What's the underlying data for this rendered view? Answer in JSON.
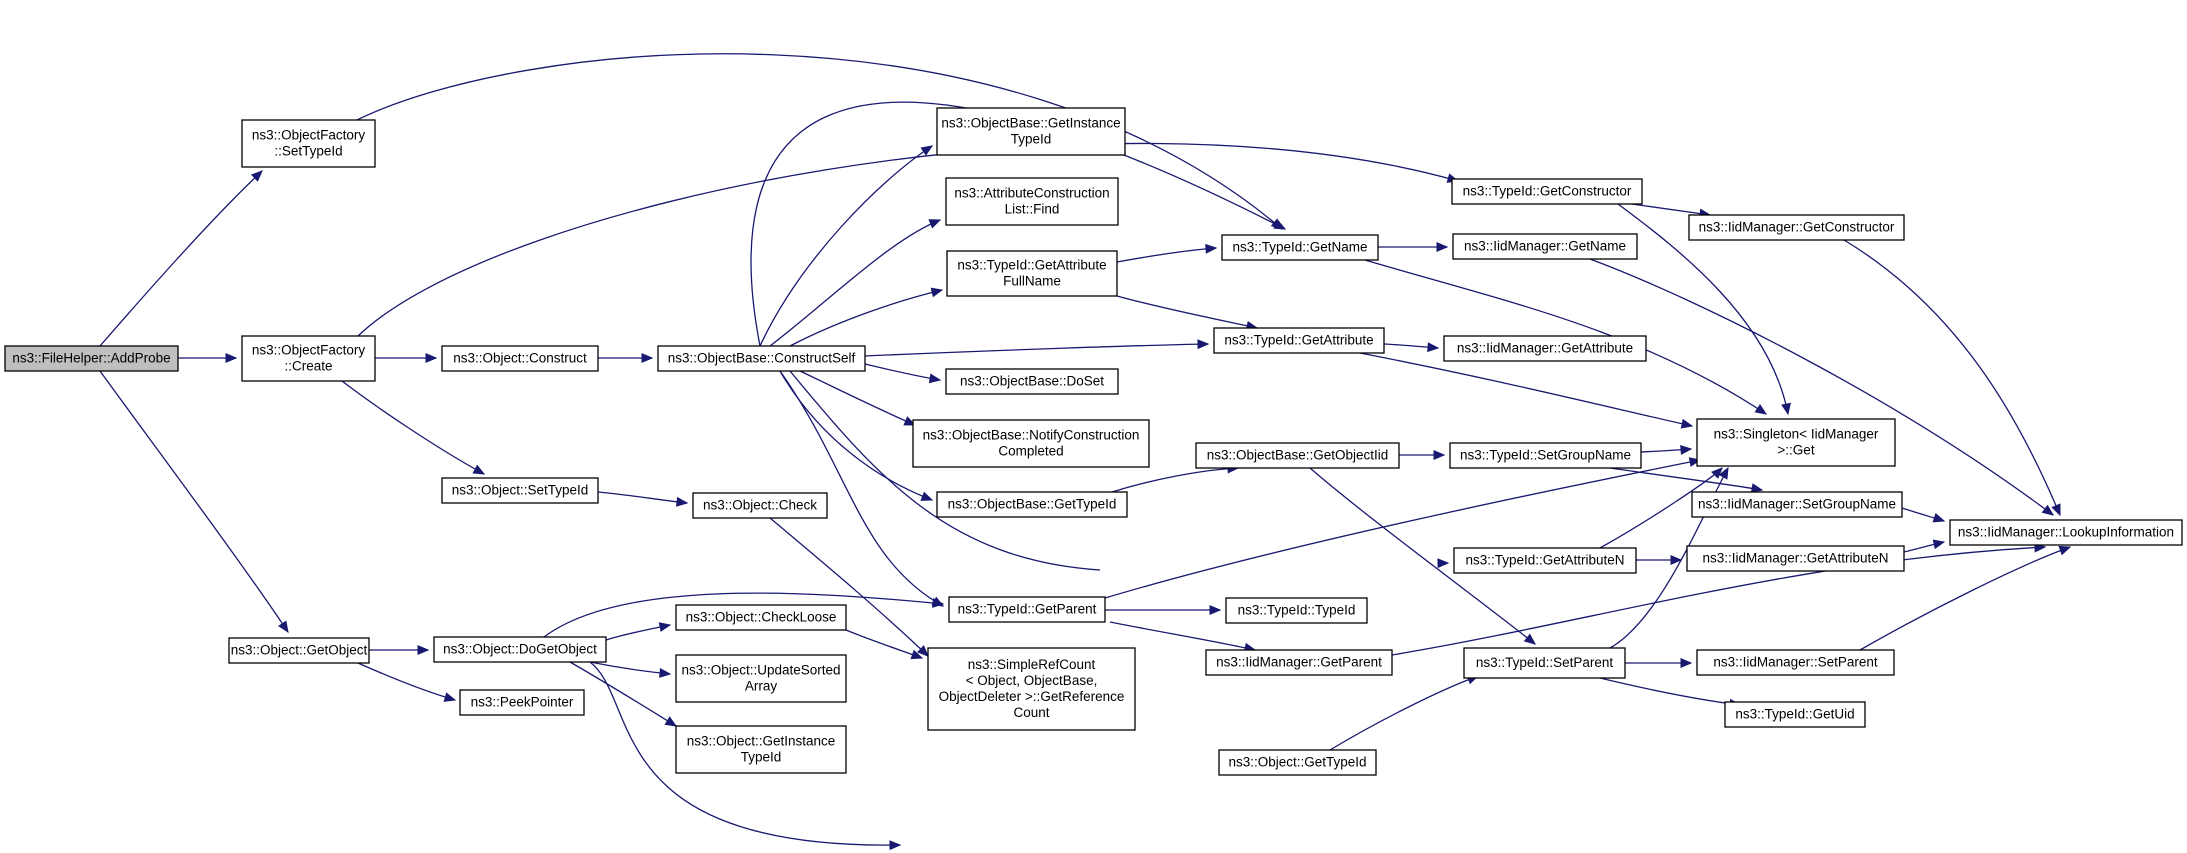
{
  "graph": {
    "colors": {
      "edge": "#191970",
      "node_border": "#000000",
      "node_fill": "#ffffff",
      "root_fill": "#bfbfbf"
    },
    "nodes": [
      {
        "id": "addprobe",
        "lines": [
          "ns3::FileHelper::AddProbe"
        ],
        "root": true
      },
      {
        "id": "of_settypeid",
        "lines": [
          "ns3::ObjectFactory",
          "::SetTypeId"
        ]
      },
      {
        "id": "of_create",
        "lines": [
          "ns3::ObjectFactory",
          "::Create"
        ]
      },
      {
        "id": "obj_getobject",
        "lines": [
          "ns3::Object::GetObject"
        ]
      },
      {
        "id": "obj_construct",
        "lines": [
          "ns3::Object::Construct"
        ]
      },
      {
        "id": "obj_settypeid",
        "lines": [
          "ns3::Object::SetTypeId"
        ]
      },
      {
        "id": "obj_dogetobject",
        "lines": [
          "ns3::Object::DoGetObject"
        ]
      },
      {
        "id": "peekpointer",
        "lines": [
          "ns3::PeekPointer"
        ]
      },
      {
        "id": "ob_constructself",
        "lines": [
          "ns3::ObjectBase::ConstructSelf"
        ]
      },
      {
        "id": "obj_check",
        "lines": [
          "ns3::Object::Check"
        ]
      },
      {
        "id": "obj_checkloose",
        "lines": [
          "ns3::Object::CheckLoose"
        ]
      },
      {
        "id": "obj_updatesorted",
        "lines": [
          "ns3::Object::UpdateSorted",
          "Array"
        ]
      },
      {
        "id": "obj_getinstancetypeid",
        "lines": [
          "ns3::Object::GetInstance",
          "TypeId"
        ]
      },
      {
        "id": "ob_getinstancetypeid",
        "lines": [
          "ns3::ObjectBase::GetInstance",
          "TypeId"
        ]
      },
      {
        "id": "acl_find",
        "lines": [
          "ns3::AttributeConstruction",
          "List::Find"
        ]
      },
      {
        "id": "tid_getattrfullname",
        "lines": [
          "ns3::TypeId::GetAttribute",
          "FullName"
        ]
      },
      {
        "id": "ob_doset",
        "lines": [
          "ns3::ObjectBase::DoSet"
        ]
      },
      {
        "id": "ob_notify",
        "lines": [
          "ns3::ObjectBase::NotifyConstruction",
          "Completed"
        ]
      },
      {
        "id": "ob_gettypeid",
        "lines": [
          "ns3::ObjectBase::GetTypeId"
        ]
      },
      {
        "id": "tid_getparent",
        "lines": [
          "ns3::TypeId::GetParent"
        ]
      },
      {
        "id": "src_getref",
        "lines": [
          "ns3::SimpleRefCount",
          "< Object, ObjectBase,",
          "ObjectDeleter >::GetReference",
          "Count"
        ]
      },
      {
        "id": "tid_getname",
        "lines": [
          "ns3::TypeId::GetName"
        ]
      },
      {
        "id": "tid_getattribute",
        "lines": [
          "ns3::TypeId::GetAttribute"
        ]
      },
      {
        "id": "ob_getobjectiid",
        "lines": [
          "ns3::ObjectBase::GetObjectIid"
        ]
      },
      {
        "id": "tid_typeid",
        "lines": [
          "ns3::TypeId::TypeId"
        ]
      },
      {
        "id": "iid_getparent",
        "lines": [
          "ns3::IidManager::GetParent"
        ]
      },
      {
        "id": "obj_gettypeid",
        "lines": [
          "ns3::Object::GetTypeId"
        ]
      },
      {
        "id": "tid_getconstructor",
        "lines": [
          "ns3::TypeId::GetConstructor"
        ]
      },
      {
        "id": "iid_getname",
        "lines": [
          "ns3::IidManager::GetName"
        ]
      },
      {
        "id": "iid_getattribute",
        "lines": [
          "ns3::IidManager::GetAttribute"
        ]
      },
      {
        "id": "tid_setgroupname",
        "lines": [
          "ns3::TypeId::SetGroupName"
        ]
      },
      {
        "id": "tid_getattributen",
        "lines": [
          "ns3::TypeId::GetAttributeN"
        ]
      },
      {
        "id": "tid_setparent",
        "lines": [
          "ns3::TypeId::SetParent"
        ]
      },
      {
        "id": "iid_getconstructor",
        "lines": [
          "ns3::IidManager::GetConstructor"
        ]
      },
      {
        "id": "singleton_get",
        "lines": [
          "ns3::Singleton< IidManager",
          ">::Get"
        ]
      },
      {
        "id": "iid_setgroupname",
        "lines": [
          "ns3::IidManager::SetGroupName"
        ]
      },
      {
        "id": "iid_getattributen",
        "lines": [
          "ns3::IidManager::GetAttributeN"
        ]
      },
      {
        "id": "iid_setparent",
        "lines": [
          "ns3::IidManager::SetParent"
        ]
      },
      {
        "id": "tid_getuid",
        "lines": [
          "ns3::TypeId::GetUid"
        ]
      },
      {
        "id": "iid_lookup",
        "lines": [
          "ns3::IidManager::LookupInformation"
        ]
      }
    ],
    "edges": [
      [
        "addprobe",
        "of_settypeid"
      ],
      [
        "addprobe",
        "of_create"
      ],
      [
        "addprobe",
        "obj_getobject"
      ],
      [
        "of_settypeid",
        "tid_getname"
      ],
      [
        "of_create",
        "tid_getconstructor"
      ],
      [
        "of_create",
        "obj_construct"
      ],
      [
        "of_create",
        "obj_settypeid"
      ],
      [
        "obj_construct",
        "ob_constructself"
      ],
      [
        "obj_settypeid",
        "obj_check"
      ],
      [
        "obj_check",
        "src_getref"
      ],
      [
        "obj_getobject",
        "obj_dogetobject"
      ],
      [
        "obj_getobject",
        "peekpointer"
      ],
      [
        "obj_dogetobject",
        "tid_getparent"
      ],
      [
        "obj_dogetobject",
        "obj_checkloose"
      ],
      [
        "obj_dogetobject",
        "obj_updatesorted"
      ],
      [
        "obj_dogetobject",
        "obj_getinstancetypeid"
      ],
      [
        "obj_dogetobject",
        "obj_gettypeid"
      ],
      [
        "obj_checkloose",
        "src_getref"
      ],
      [
        "ob_constructself",
        "tid_getname"
      ],
      [
        "ob_constructself",
        "ob_getinstancetypeid"
      ],
      [
        "ob_constructself",
        "acl_find"
      ],
      [
        "ob_constructself",
        "tid_getattrfullname"
      ],
      [
        "ob_constructself",
        "tid_getattribute"
      ],
      [
        "ob_constructself",
        "ob_doset"
      ],
      [
        "ob_constructself",
        "ob_notify"
      ],
      [
        "ob_constructself",
        "ob_gettypeid"
      ],
      [
        "ob_constructself",
        "tid_getparent"
      ],
      [
        "ob_constructself",
        "tid_getattributen"
      ],
      [
        "tid_getattrfullname",
        "tid_getname"
      ],
      [
        "tid_getattrfullname",
        "tid_getattribute"
      ],
      [
        "ob_gettypeid",
        "ob_getobjectiid"
      ],
      [
        "ob_getobjectiid",
        "tid_setgroupname"
      ],
      [
        "ob_getobjectiid",
        "tid_setparent"
      ],
      [
        "tid_getparent",
        "singleton_get"
      ],
      [
        "tid_getparent",
        "tid_typeid"
      ],
      [
        "tid_getparent",
        "iid_getparent"
      ],
      [
        "iid_getparent",
        "iid_lookup"
      ],
      [
        "obj_gettypeid",
        "tid_setparent"
      ],
      [
        "tid_getname",
        "iid_getname"
      ],
      [
        "tid_getname",
        "singleton_get"
      ],
      [
        "tid_getattribute",
        "iid_getattribute"
      ],
      [
        "tid_getattribute",
        "singleton_get"
      ],
      [
        "tid_getconstructor",
        "iid_getconstructor"
      ],
      [
        "tid_getconstructor",
        "singleton_get"
      ],
      [
        "iid_getname",
        "iid_lookup"
      ],
      [
        "iid_getconstructor",
        "iid_lookup"
      ],
      [
        "tid_setgroupname",
        "singleton_get"
      ],
      [
        "tid_setgroupname",
        "iid_setgroupname"
      ],
      [
        "iid_setgroupname",
        "iid_lookup"
      ],
      [
        "tid_getattributen",
        "singleton_get"
      ],
      [
        "tid_getattributen",
        "iid_getattributen"
      ],
      [
        "iid_getattributen",
        "iid_lookup"
      ],
      [
        "tid_setparent",
        "singleton_get"
      ],
      [
        "tid_setparent",
        "iid_setparent"
      ],
      [
        "tid_setparent",
        "tid_getuid"
      ],
      [
        "iid_setparent",
        "iid_lookup"
      ]
    ]
  }
}
